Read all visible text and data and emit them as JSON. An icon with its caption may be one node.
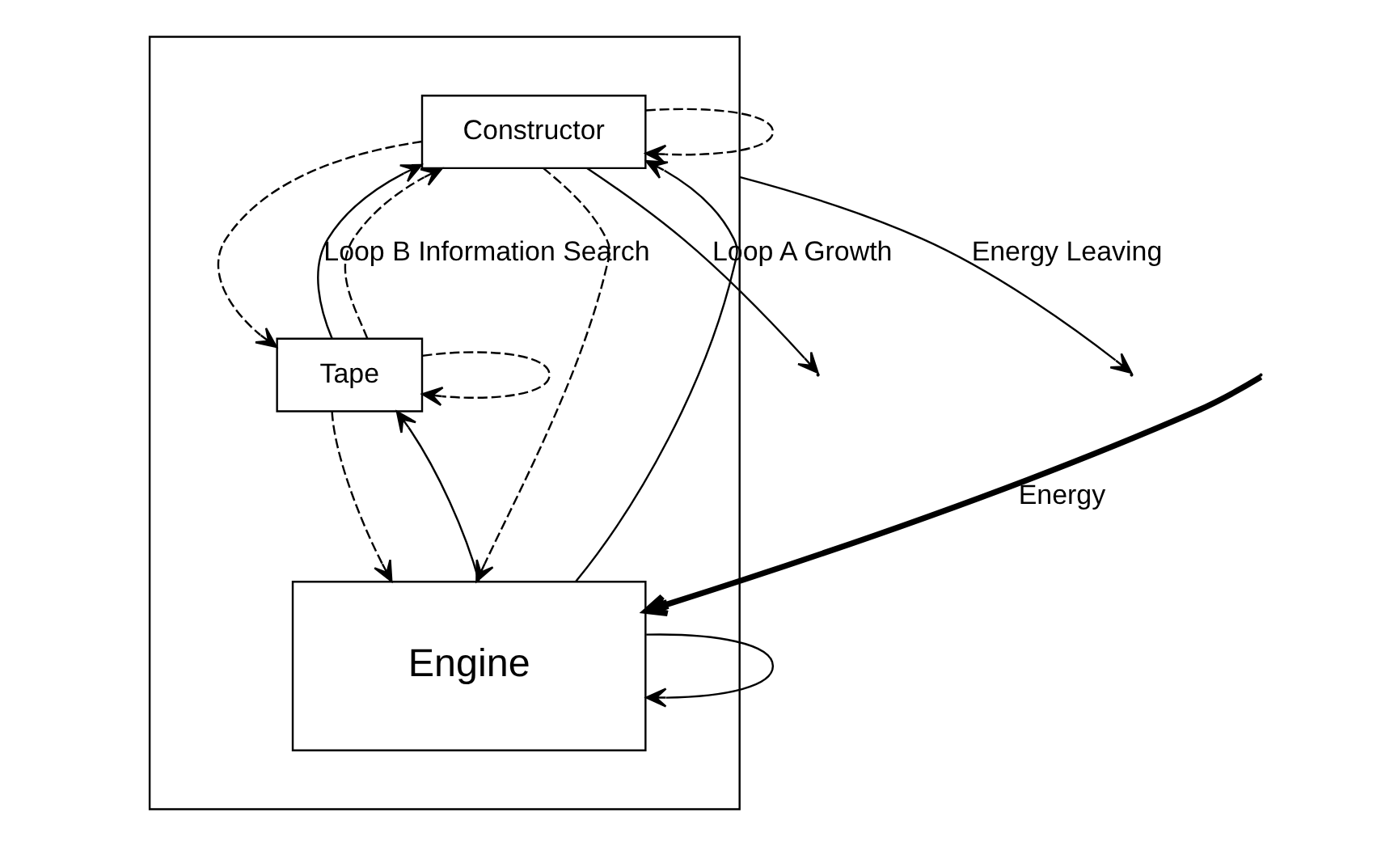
{
  "diagram": {
    "nodes": [
      {
        "text": [],
        "shape": "box"
      },
      {
        "text": [
          "Constructor"
        ],
        "in": 0
      },
      {
        "text": [
          "Tape"
        ],
        "in": 0
      },
      {
        "text": [
          "Engine"
        ],
        "in": 0
      }
    ],
    "edges": [
      {
        "from": 1,
        "to": null,
        "arrow": "to",
        "label": "Loop A Growth"
      },
      {
        "from": 2,
        "to": 1,
        "arrow": "to",
        "label": "Loop B Information Search"
      },
      {
        "from": 1,
        "to": 1,
        "arrow": "to",
        "style": "dashed"
      },
      {
        "from": 2,
        "to": 1,
        "arrow": "to",
        "style": "dashed"
      },
      {
        "from": 1,
        "to": 2,
        "arrow": "to",
        "style": "dashed"
      },
      {
        "from": 2,
        "to": 2,
        "arrow": "to",
        "style": "dashed"
      },
      {
        "from": 3,
        "to": 1,
        "arrow": "to"
      },
      {
        "from": 1,
        "to": 3,
        "arrow": "to",
        "style": "dashed"
      },
      {
        "from": 3,
        "to": 2,
        "arrow": "to"
      },
      {
        "from": 2,
        "to": 3,
        "arrow": "to",
        "style": "dashed"
      },
      {
        "from": 3,
        "to": 3,
        "arrow": "to"
      },
      {
        "from": 0,
        "to": null,
        "arrow": "to",
        "label": "Energy Leaving"
      },
      {
        "from": null,
        "to": 3,
        "arrow": "to",
        "style": "thick",
        "label": "Energy"
      }
    ]
  }
}
